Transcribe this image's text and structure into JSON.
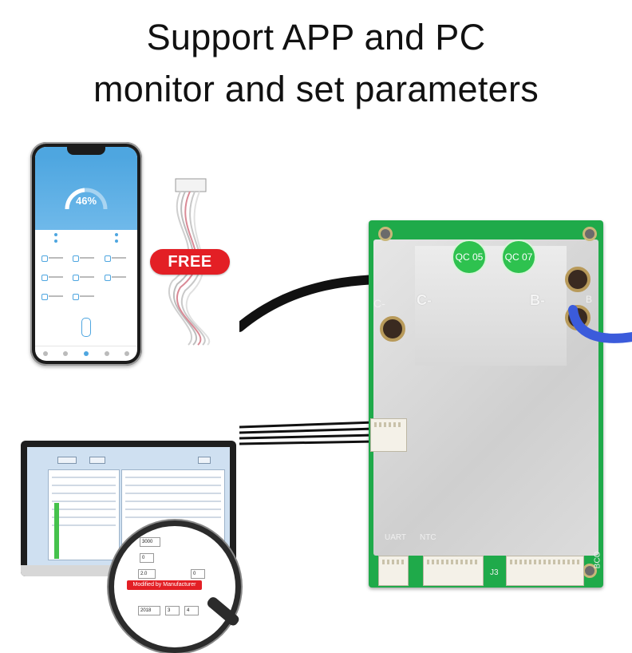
{
  "headline": {
    "line1": "Support APP and PC",
    "line2": "monitor and set parameters"
  },
  "phone_app": {
    "soc": "46%"
  },
  "badge": {
    "free": "FREE"
  },
  "magnifier": {
    "highlight": "Modified by Manufacturer",
    "values": [
      "3000",
      "2.0",
      "0",
      "0",
      "2018",
      "3",
      "4"
    ],
    "colors": {
      "highlight": "#e31f25"
    }
  },
  "board": {
    "labels": {
      "c_minus": "C-",
      "b_minus": "B-",
      "c_minus_small": "C-",
      "b_small": "B",
      "uart": "UART",
      "ntc": "NTC",
      "j3": "J3",
      "bco": "BCO"
    },
    "stamps": [
      "QC 05",
      "QC 07"
    ],
    "colors": {
      "pcb": "#1faa4a",
      "stamp": "#2ec24f"
    }
  }
}
